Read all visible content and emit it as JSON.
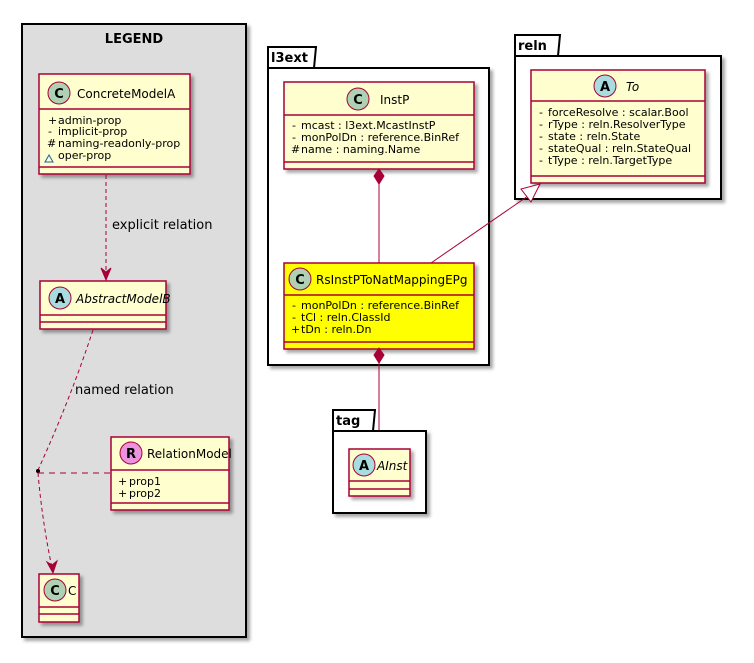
{
  "legend": {
    "title": "LEGEND",
    "concrete_class": {
      "stereo": "C",
      "name": "ConcreteModelA",
      "attributes": [
        {
          "vis": "+",
          "text": "admin-prop"
        },
        {
          "vis": "-",
          "text": "implicit-prop"
        },
        {
          "vis": "#",
          "text": "naming-readonly-prop"
        },
        {
          "vis": "~",
          "text": "oper-prop"
        }
      ]
    },
    "abstract_class": {
      "stereo": "A",
      "name": "AbstractModelB"
    },
    "relation_class": {
      "stereo": "R",
      "name": "RelationModel",
      "attributes": [
        {
          "vis": "+",
          "text": "prop1"
        },
        {
          "vis": "+",
          "text": "prop2"
        }
      ]
    },
    "c_class": {
      "stereo": "C",
      "name": "C"
    },
    "explicit_label": "explicit relation",
    "named_label": "named relation"
  },
  "packages": {
    "l3ext": "l3ext",
    "reln": "reln",
    "tag": "tag"
  },
  "classes": {
    "instp": {
      "stereo": "C",
      "name": "InstP",
      "attributes": [
        {
          "vis": "-",
          "text": "mcast : l3ext.McastInstP"
        },
        {
          "vis": "-",
          "text": "monPolDn : reference.BinRef"
        },
        {
          "vis": "#",
          "text": "name : naming.Name"
        }
      ]
    },
    "rsinst": {
      "stereo": "C",
      "name": "RsInstPToNatMappingEPg",
      "attributes": [
        {
          "vis": "-",
          "text": "monPolDn : reference.BinRef"
        },
        {
          "vis": "-",
          "text": "tCl : reln.ClassId"
        },
        {
          "vis": "+",
          "text": "tDn : reln.Dn"
        }
      ]
    },
    "to": {
      "stereo": "A",
      "name": "To",
      "attributes": [
        {
          "vis": "-",
          "text": "forceResolve : scalar.Bool"
        },
        {
          "vis": "-",
          "text": "rType : reln.ResolverType"
        },
        {
          "vis": "-",
          "text": "state : reln.State"
        },
        {
          "vis": "-",
          "text": "stateQual : reln.StateQual"
        },
        {
          "vis": "-",
          "text": "tType : reln.TargetType"
        }
      ]
    },
    "ainst": {
      "stereo": "A",
      "name": "AInst"
    }
  },
  "colors": {
    "class_fill": "#FEFECE",
    "highlight_fill": "#FFFF00",
    "border": "#A80036",
    "legend_bg": "#DDDDDD",
    "concrete_circle": "#ADD1B2",
    "abstract_circle": "#A9DCDF",
    "relation_circle": "#EB93DF"
  }
}
